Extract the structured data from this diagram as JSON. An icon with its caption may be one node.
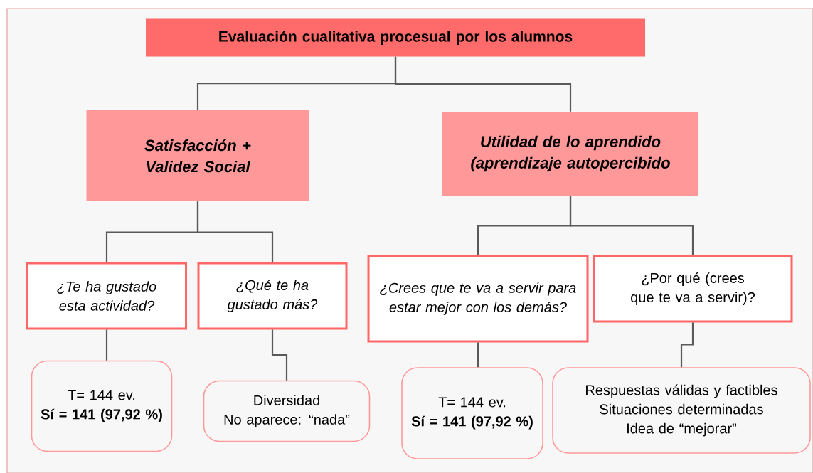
{
  "diagram": {
    "nodes": [
      {
        "text": [
          "Evaluación cualitativa procesual por los alumnos"
        ]
      },
      {
        "text": [
          "Satisfacción + Validez Social"
        ]
      },
      {
        "text": [
          "Utilidad de lo aprendido (aprendizaje autopercibido"
        ]
      },
      {
        "text": [
          "¿Te ha gustado esta actividad?"
        ]
      },
      {
        "text": [
          "¿Qué te ha gustado más?"
        ]
      },
      {
        "text": [
          "¿Crees que te va a servir para estar mejor con los demás?"
        ]
      },
      {
        "text": [
          "¿Por qué (crees que te va a servir)?"
        ]
      },
      {
        "text": [
          "T= 144 ev.",
          "Sí = 141 (97,92 %)"
        ]
      },
      {
        "text": [
          "Diversidad",
          "No aparece: “nada”"
        ]
      },
      {
        "text": [
          "T= 144 ev.",
          "Sí = 141 (97,92 %)"
        ]
      },
      {
        "text": [
          "Respuestas válidas y factibles",
          "Situaciones determinadas",
          "Idea de “mejorar”"
        ]
      }
    ],
    "edges": [
      {
        "from": 0,
        "to": 1,
        "arrow": "none"
      },
      {
        "from": 0,
        "to": 2,
        "arrow": "none"
      },
      {
        "from": 1,
        "to": 3,
        "arrow": "none"
      },
      {
        "from": 1,
        "to": 4,
        "arrow": "none"
      },
      {
        "from": 2,
        "to": 5,
        "arrow": "none"
      },
      {
        "from": 2,
        "to": 6,
        "arrow": "none"
      },
      {
        "from": 3,
        "to": 7,
        "arrow": "none"
      },
      {
        "from": 4,
        "to": 8,
        "arrow": "none"
      },
      {
        "from": 5,
        "to": 9,
        "arrow": "none"
      },
      {
        "from": 6,
        "to": 10,
        "arrow": "none"
      }
    ]
  }
}
